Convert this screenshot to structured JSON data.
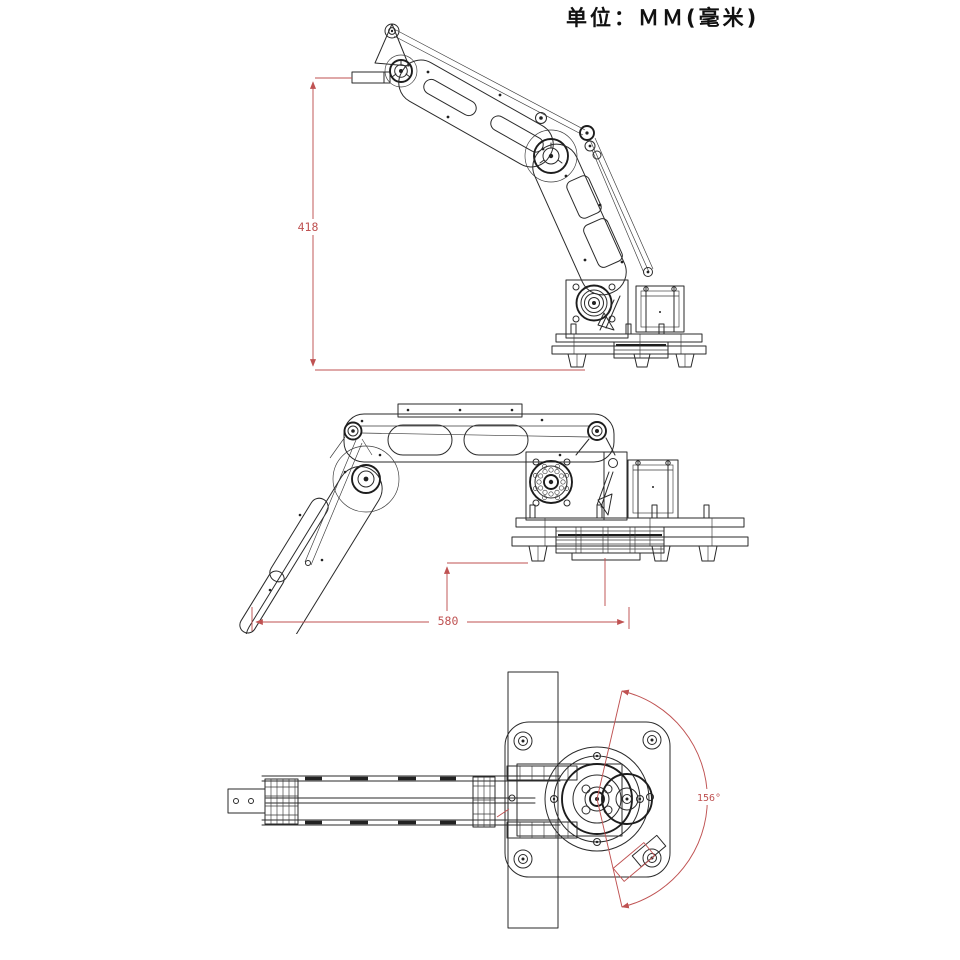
{
  "header": {
    "unit_label": "单位：ＭＭ(毫米)"
  },
  "drawing": {
    "type": "engineering-drawing-robot-arm",
    "line_color": "#2a2a2a",
    "dimension_color": "#bf5252",
    "background_color": "#ffffff",
    "dimensions": {
      "height": "418",
      "reach": "580",
      "rotation": "156°"
    },
    "views": [
      {
        "id": "side-elevation-arm-raised",
        "dimension_label": "418"
      },
      {
        "id": "side-elevation-arm-extended",
        "dimension_label": "580"
      },
      {
        "id": "top-view-base-rotation",
        "dimension_label": "156°"
      }
    ]
  }
}
